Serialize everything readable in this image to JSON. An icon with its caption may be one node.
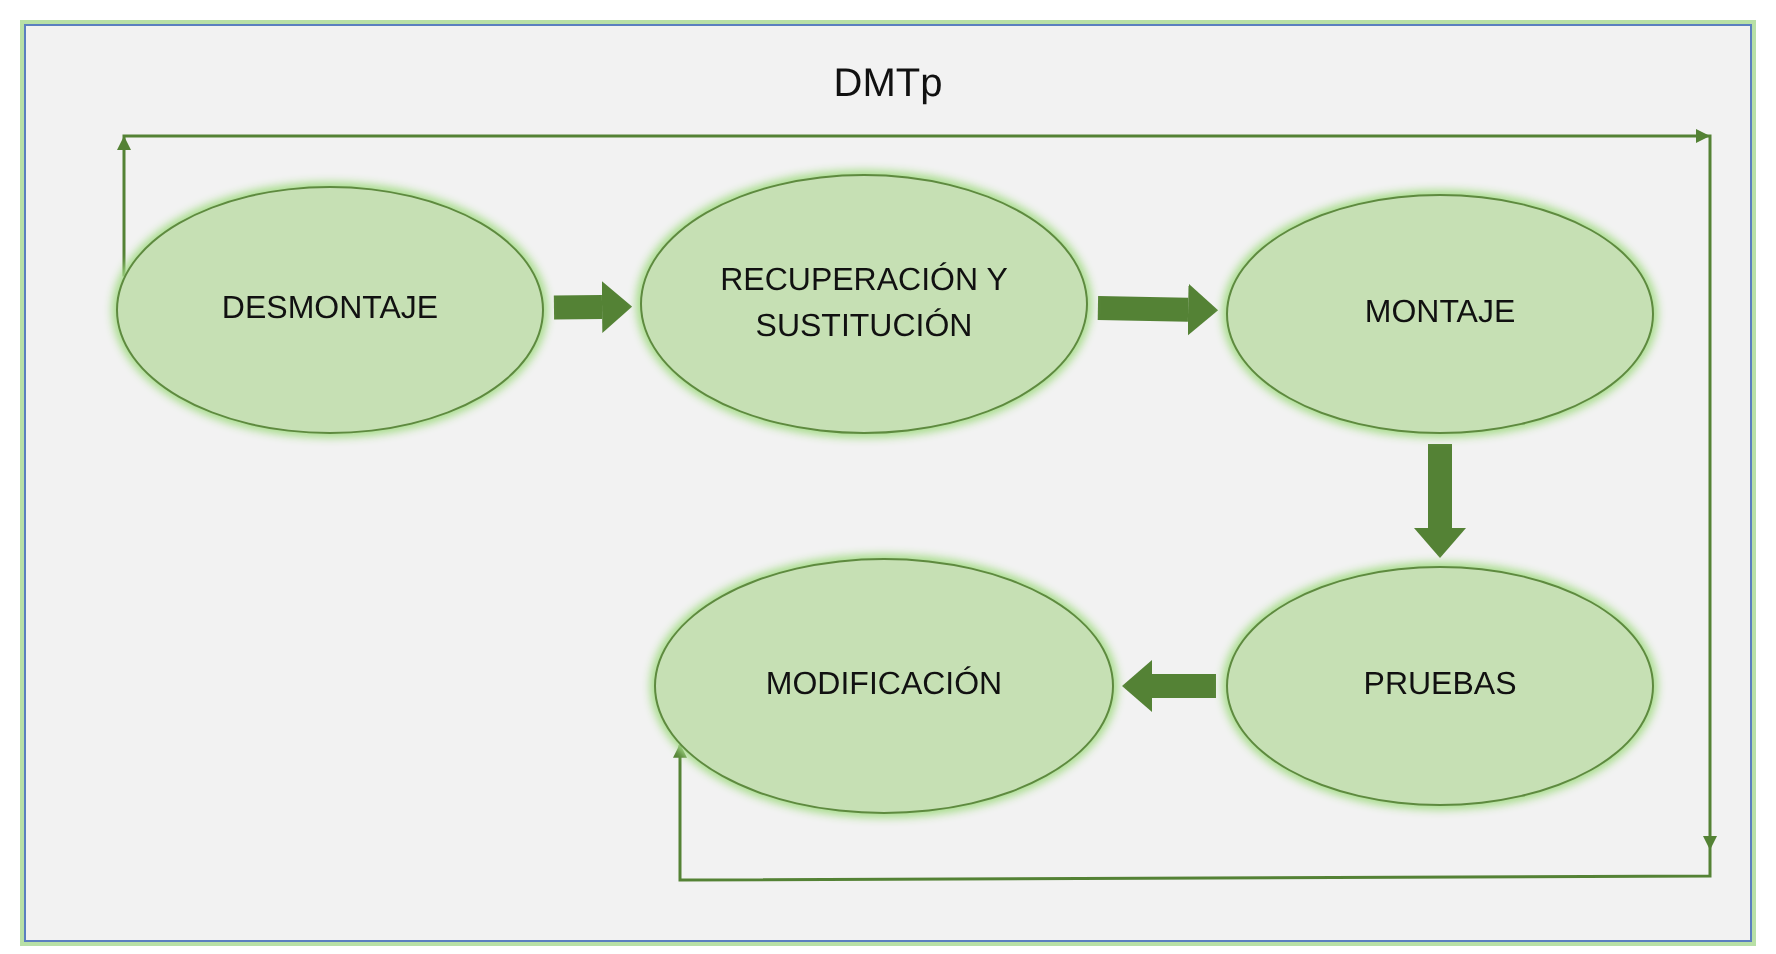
{
  "diagram": {
    "title": "DMTp",
    "nodes": [
      {
        "text": [
          "DESMONTAJE"
        ]
      },
      {
        "text": [
          "RECUPERACIÓN Y SUSTITUCIÓN"
        ]
      },
      {
        "text": [
          "MONTAJE"
        ]
      },
      {
        "text": [
          "PRUEBAS"
        ]
      },
      {
        "text": [
          "MODIFICACIÓN"
        ]
      }
    ],
    "edges": [
      {
        "from": 0,
        "to": 1,
        "arrow": "to"
      },
      {
        "from": 1,
        "to": 2,
        "arrow": "to"
      },
      {
        "from": 2,
        "to": 3,
        "arrow": "to"
      },
      {
        "from": 3,
        "to": 4,
        "arrow": "to"
      },
      {
        "from": 0,
        "to": 4,
        "arrow": "to"
      }
    ]
  }
}
